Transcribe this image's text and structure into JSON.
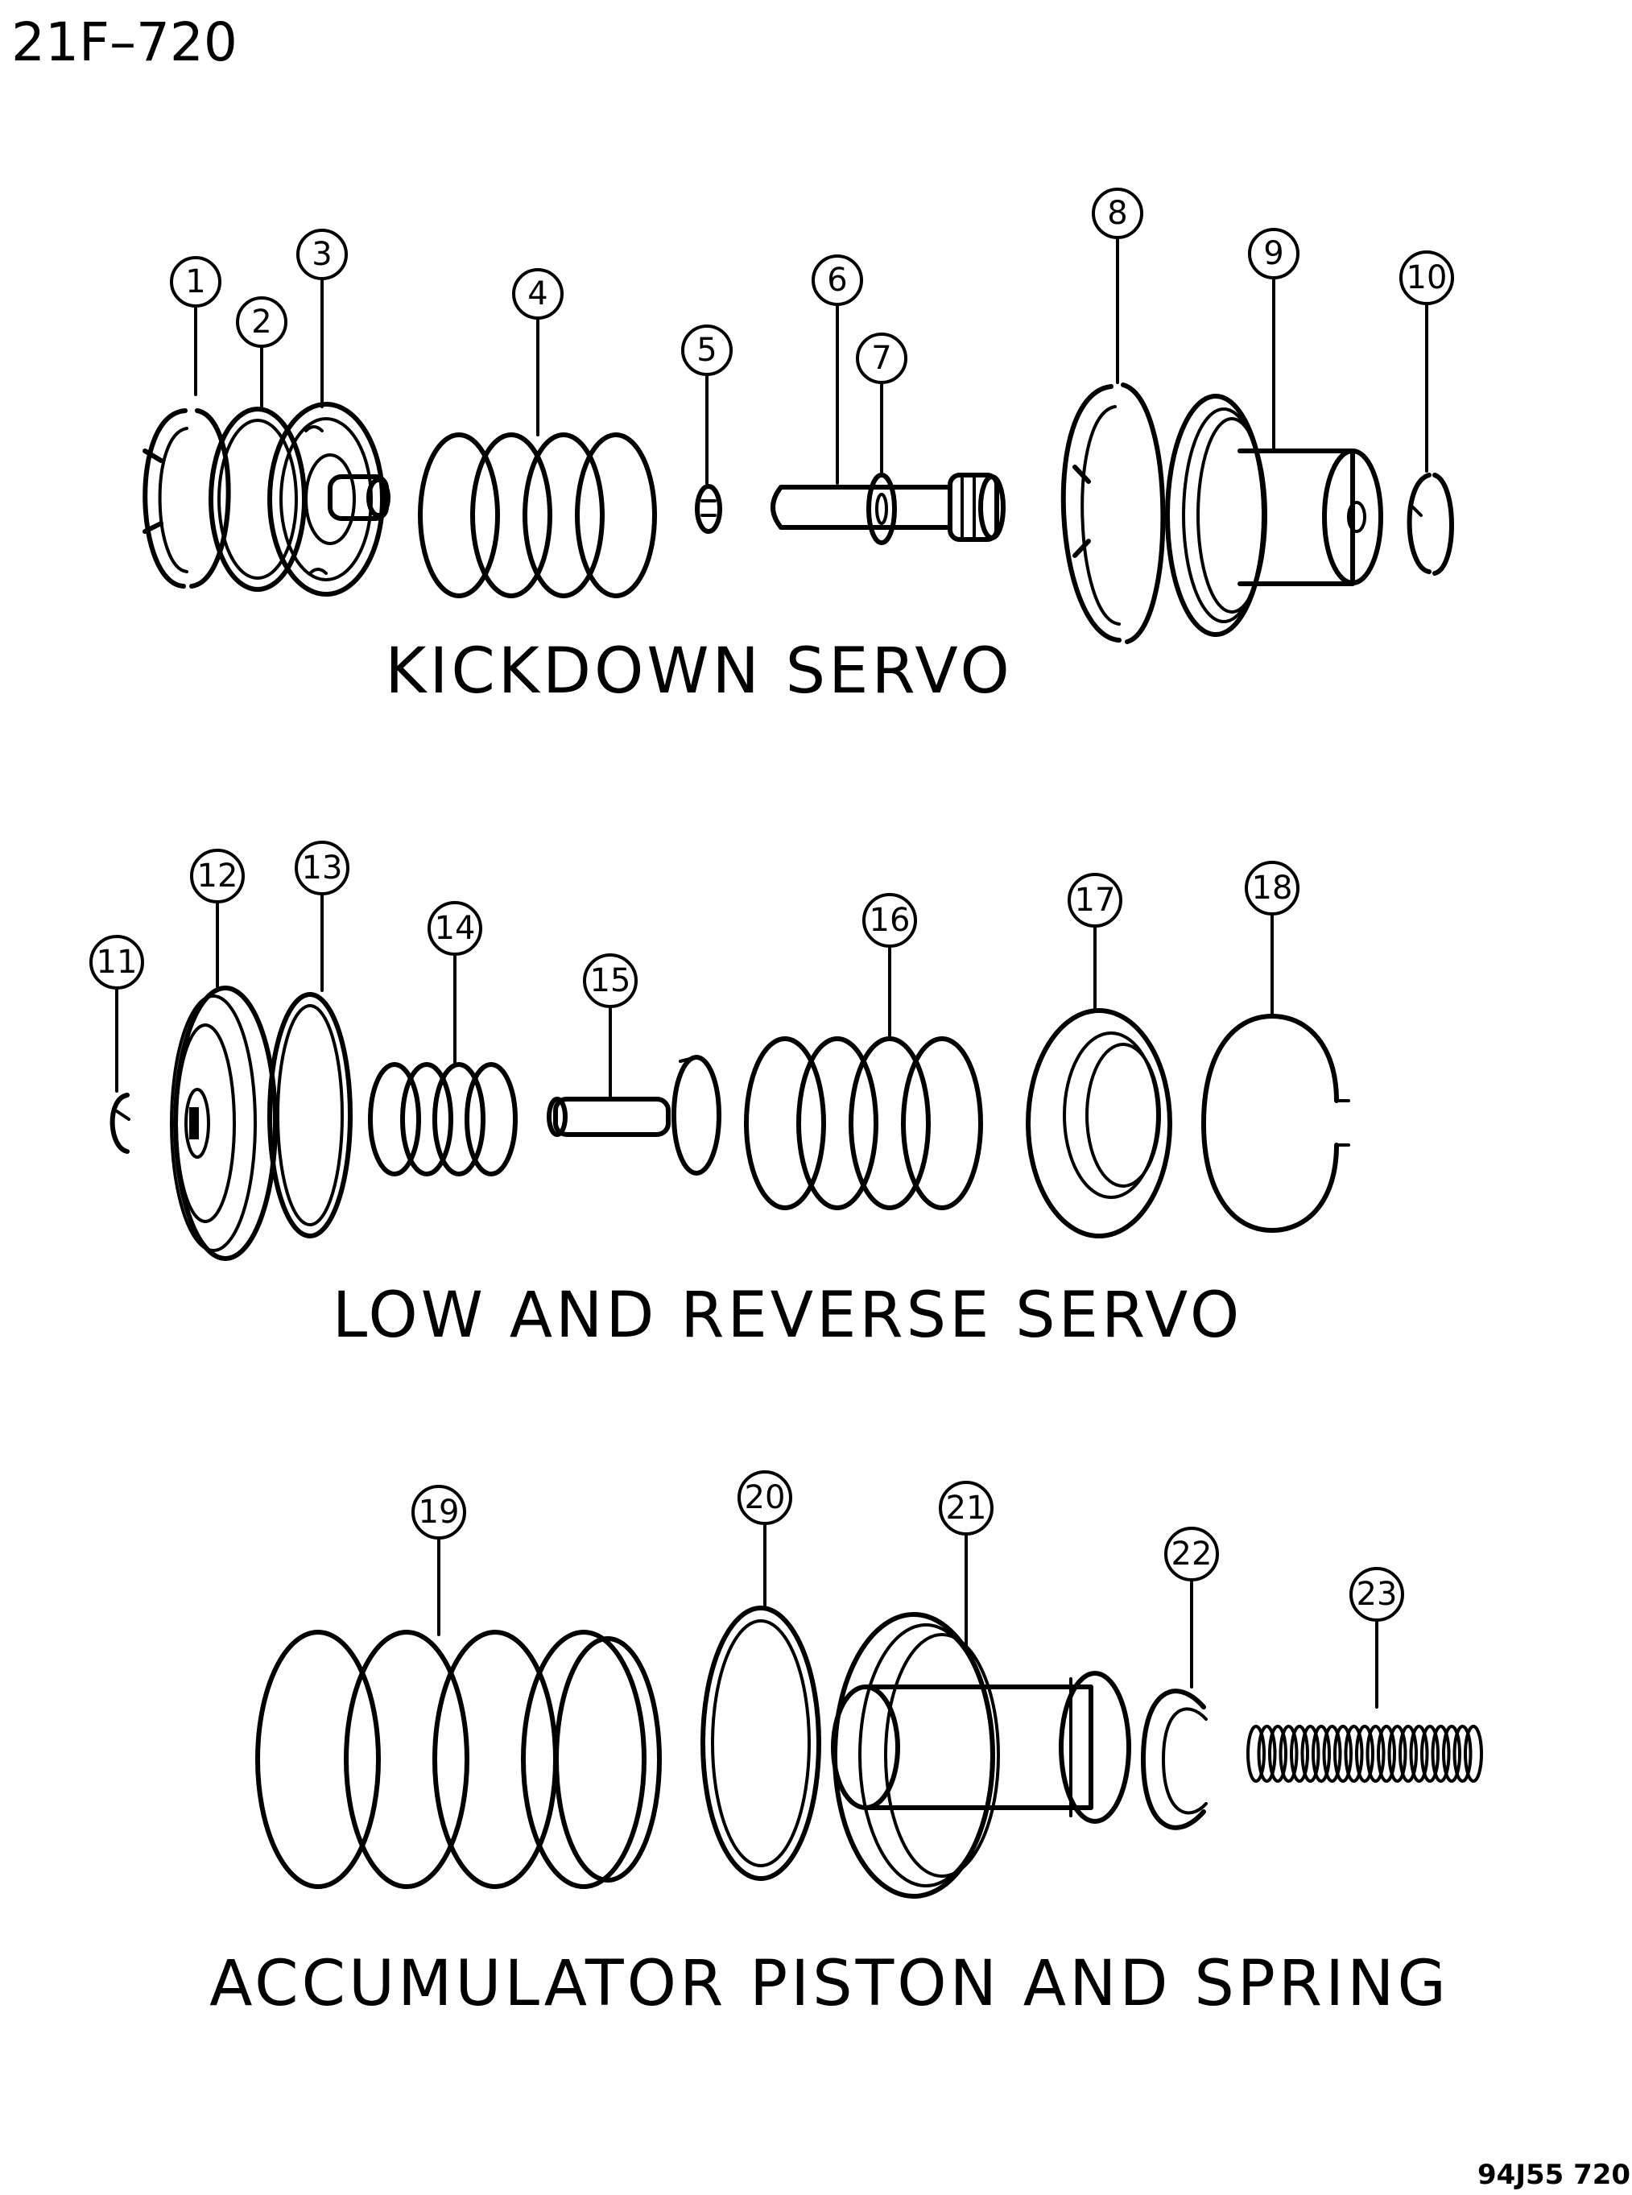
{
  "page_code": "21F–720",
  "figure_code": "94J55  720",
  "sections": {
    "kickdown": {
      "title": "KICKDOWN SERVO"
    },
    "low_reverse": {
      "title": "LOW AND REVERSE SERVO"
    },
    "accumulator": {
      "title": "ACCUMULATOR PISTON AND SPRING"
    }
  },
  "callouts": [
    "1",
    "2",
    "3",
    "4",
    "5",
    "6",
    "7",
    "8",
    "9",
    "10",
    "11",
    "12",
    "13",
    "14",
    "15",
    "16",
    "17",
    "18",
    "19",
    "20",
    "21",
    "22",
    "23"
  ]
}
